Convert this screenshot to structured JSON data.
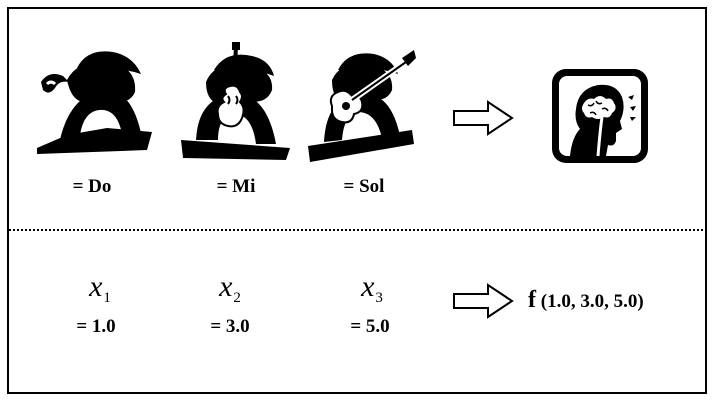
{
  "top_row": {
    "captions": [
      "= Do",
      "= Mi",
      "= Sol"
    ],
    "musicians": [
      {
        "icon": "saxophone-player-icon"
      },
      {
        "icon": "violin-player-icon"
      },
      {
        "icon": "guitar-player-icon"
      }
    ],
    "result_icon": "brain-head-icon"
  },
  "bottom_row": {
    "variables": [
      {
        "symbol": "x",
        "subscript": "1",
        "value": "= 1.0"
      },
      {
        "symbol": "x",
        "subscript": "2",
        "value": "= 3.0"
      },
      {
        "symbol": "x",
        "subscript": "3",
        "value": "= 5.0"
      }
    ],
    "function_name": "f",
    "function_args": "(1.0, 3.0, 5.0)"
  }
}
